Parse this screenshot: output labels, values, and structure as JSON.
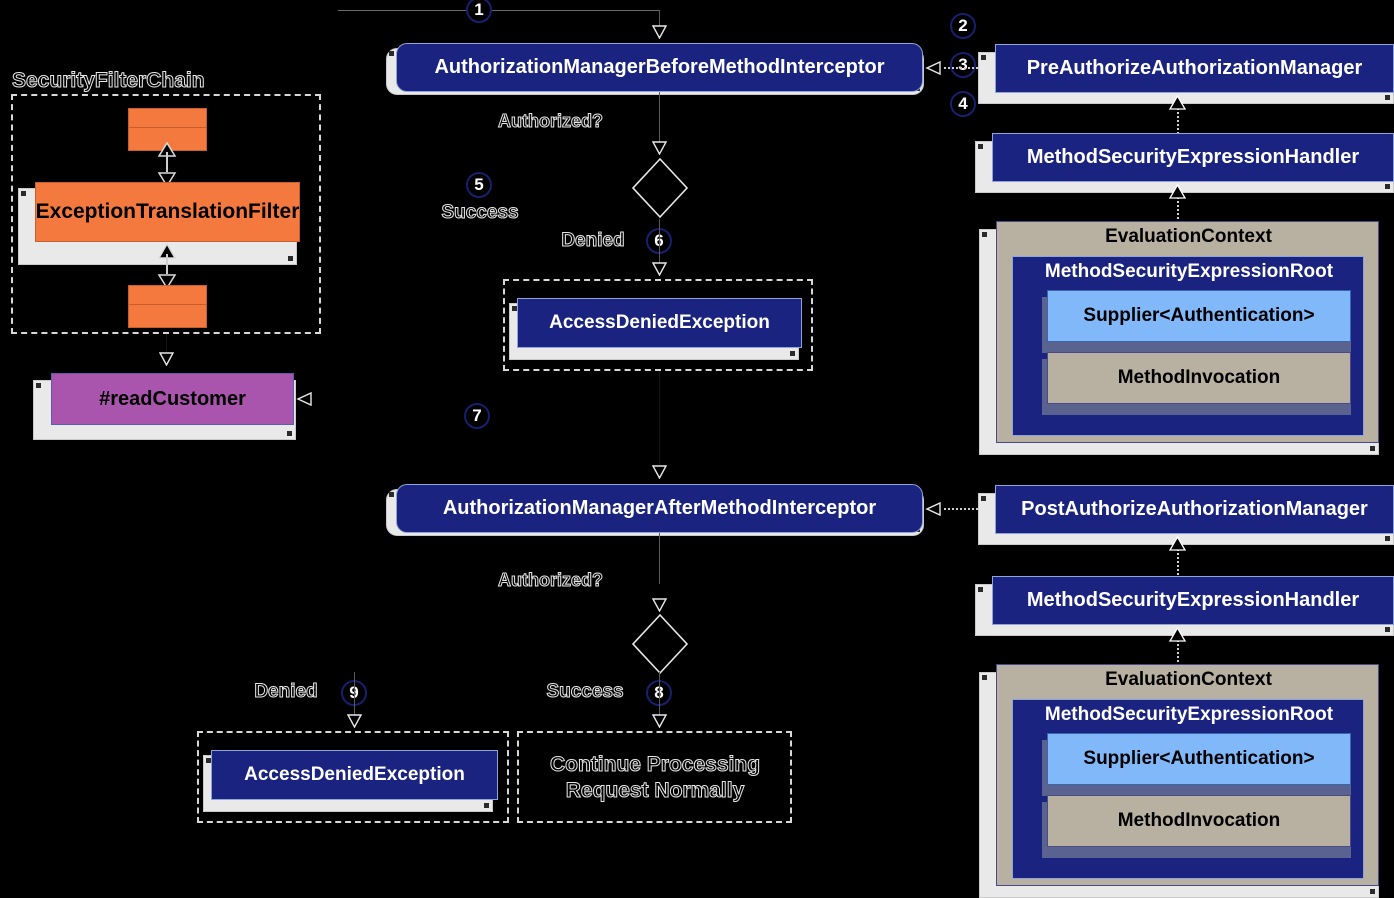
{
  "diagram": {
    "title": "Spring Security Method Security Authorization Flow",
    "background_color": "#000000",
    "palette": {
      "navy": "#1a2380",
      "orange": "#f4793e",
      "purple": "#aa55ad",
      "tan": "#b8b0a0",
      "light_blue": "#80b8fa",
      "card": "#e9e9e9",
      "dashed_border": "#d8d8d8",
      "circle_border": "#16206e"
    }
  },
  "filter_chain": {
    "label": "SecurityFilterChain",
    "filters_above": [
      "",
      ""
    ],
    "main_filter": "ExceptionTranslationFilter",
    "filters_below": [
      "",
      ""
    ]
  },
  "method": {
    "label": "#readCustomer"
  },
  "before_flow": {
    "interceptor": "AuthorizationManagerBeforeMethodInterceptor",
    "decision_label": "Authorized?",
    "success_label": "Success",
    "denied_label": "Denied",
    "denied_result": "AccessDeniedException"
  },
  "after_flow": {
    "interceptor": "AuthorizationManagerAfterMethodInterceptor",
    "decision_label": "Authorized?",
    "success_label": "Success",
    "denied_label": "Denied",
    "denied_result": "AccessDeniedException",
    "success_result": "Continue Processing\nRequest Normally"
  },
  "pre_authorize_stack": {
    "manager": "PreAuthorizeAuthorizationManager",
    "expression_handler": "MethodSecurityExpressionHandler",
    "evaluation_context": {
      "title": "EvaluationContext",
      "root": "MethodSecurityExpressionRoot",
      "supplier": "Supplier<Authentication>",
      "invocation": "MethodInvocation"
    }
  },
  "post_authorize_stack": {
    "manager": "PostAuthorizeAuthorizationManager",
    "expression_handler": "MethodSecurityExpressionHandler",
    "evaluation_context": {
      "title": "EvaluationContext",
      "root": "MethodSecurityExpressionRoot",
      "supplier": "Supplier<Authentication>",
      "invocation": "MethodInvocation"
    }
  },
  "steps": [
    {
      "n": "1"
    },
    {
      "n": "2"
    },
    {
      "n": "3"
    },
    {
      "n": "4"
    },
    {
      "n": "5"
    },
    {
      "n": "6"
    },
    {
      "n": "7"
    },
    {
      "n": "8"
    },
    {
      "n": "9"
    }
  ]
}
